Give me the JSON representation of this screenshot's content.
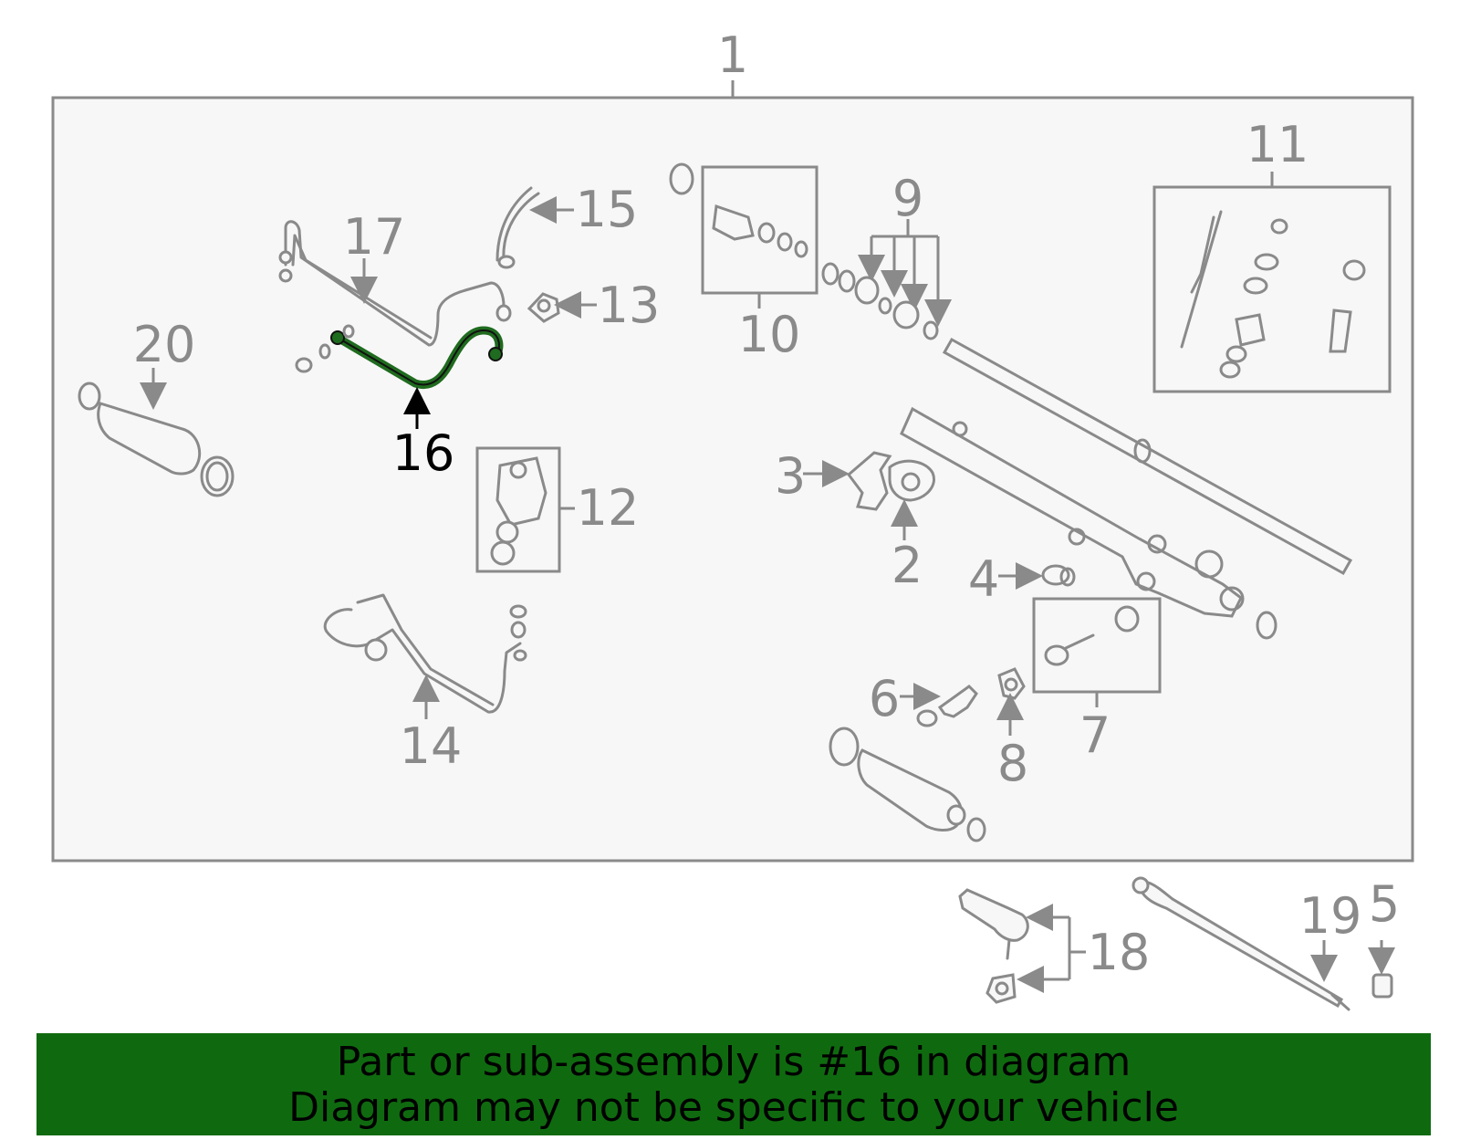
{
  "colors": {
    "line": "#8a8a8a",
    "highlight_part": "#1f6b1f",
    "highlight_label": "#000000",
    "banner_bg": "#0f6a0f",
    "banner_text": "#000000",
    "panel_bg": "#f7f7f7"
  },
  "highlighted_part": "16",
  "callouts": {
    "c1": "1",
    "c2": "2",
    "c3": "3",
    "c4": "4",
    "c5": "5",
    "c6": "6",
    "c7": "7",
    "c8": "8",
    "c9": "9",
    "c10": "10",
    "c11": "11",
    "c12": "12",
    "c13": "13",
    "c14": "14",
    "c15": "15",
    "c16": "16",
    "c17": "17",
    "c18": "18",
    "c19": "19",
    "c20": "20"
  },
  "banner": {
    "line1": "Part or sub-assembly is #16 in diagram",
    "line2": "Diagram may not be specific to your vehicle"
  }
}
